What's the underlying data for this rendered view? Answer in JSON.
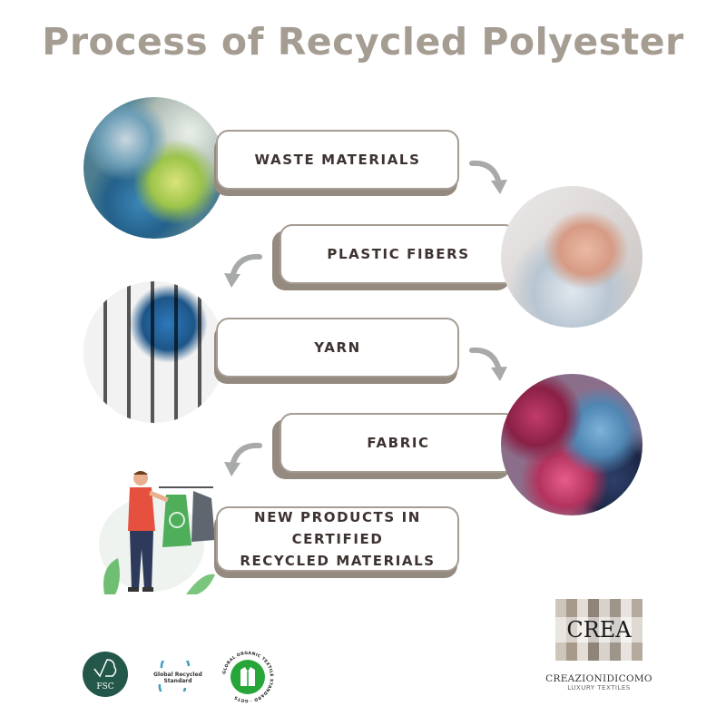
{
  "title": "Process of Recycled Polyester",
  "steps": [
    {
      "label": "WASTE MATERIALS",
      "image": "plastic-bottles-photo"
    },
    {
      "label": "PLASTIC FIBERS",
      "image": "hands-holding-plastic-flakes-photo"
    },
    {
      "label": "YARN",
      "image": "yarn-spools-photo"
    },
    {
      "label": "FABRIC",
      "image": "rolled-fabrics-photo"
    },
    {
      "label_line1": "NEW PRODUCTS IN CERTIFIED",
      "label_line2": "RECYCLED MATERIALS",
      "image": "shopper-with-recycled-clothes-illustration"
    }
  ],
  "certifications": {
    "fsc": "FSC",
    "grs": "Global Recycled Standard",
    "gots": "GLOBAL ORGANIC TEXTILE STANDARD · GOTS"
  },
  "brand": {
    "mark": "CREA",
    "name": "CREAZIONIDICOMO",
    "tagline": "LUXURY TEXTILES"
  },
  "colors": {
    "title": "#a59c92",
    "border": "#a59c92",
    "shadow": "#948a80",
    "text": "#3d3331",
    "arrow": "#a7aaa9"
  }
}
